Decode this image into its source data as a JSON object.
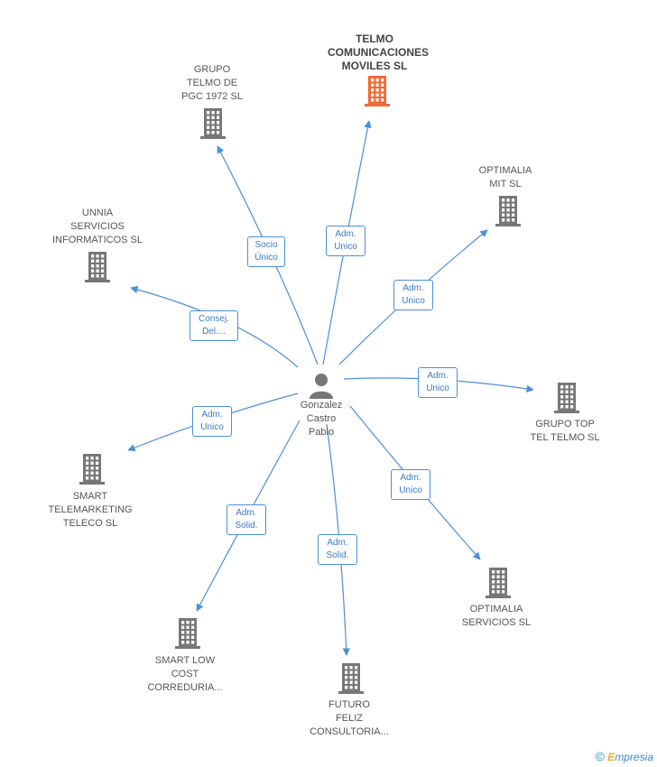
{
  "colors": {
    "edge": "#4a90d9",
    "building": "#777777",
    "building_highlight": "#f06a35",
    "badge_border": "#4a90d9",
    "badge_text": "#3a7bc8"
  },
  "center": {
    "name": "Gonzalez\nCastro\nPablo",
    "icon": "person-icon"
  },
  "companies": [
    {
      "id": "telmo-comunicaciones",
      "name": "TELMO\nCOMUNICACIONES\nMOVILES SL",
      "highlight": true,
      "icon": "building-icon"
    },
    {
      "id": "grupo-telmo-pgc",
      "name": "GRUPO\nTELMO DE\nPGC 1972 SL",
      "highlight": false,
      "icon": "building-icon"
    },
    {
      "id": "optimalia-mit",
      "name": "OPTIMALIA\nMIT SL",
      "highlight": false,
      "icon": "building-icon"
    },
    {
      "id": "unnia-servicios",
      "name": "UNNIA\nSERVICIOS\nINFORMATICOS SL",
      "highlight": false,
      "icon": "building-icon"
    },
    {
      "id": "grupo-top-tel",
      "name": "GRUPO TOP\nTEL TELMO SL",
      "highlight": false,
      "icon": "building-icon"
    },
    {
      "id": "smart-telemarketing",
      "name": "SMART\nTELEMARKETING\nTELECO  SL",
      "highlight": false,
      "icon": "building-icon"
    },
    {
      "id": "optimalia-servicios",
      "name": "OPTIMALIA\nSERVICIOS SL",
      "highlight": false,
      "icon": "building-icon"
    },
    {
      "id": "smart-low-cost",
      "name": "SMART LOW\nCOST\nCORREDURIA...",
      "highlight": false,
      "icon": "building-icon"
    },
    {
      "id": "futuro-feliz",
      "name": "FUTURO\nFELIZ\nCONSULTORIA...",
      "highlight": false,
      "icon": "building-icon"
    }
  ],
  "relations": [
    {
      "to": "telmo-comunicaciones",
      "role": "Adm.\nUnico"
    },
    {
      "to": "grupo-telmo-pgc",
      "role": "Socio\nÚnico"
    },
    {
      "to": "optimalia-mit",
      "role": "Adm.\nUnico"
    },
    {
      "to": "unnia-servicios",
      "role": "Consej.\nDel...."
    },
    {
      "to": "grupo-top-tel",
      "role": "Adm.\nUnico"
    },
    {
      "to": "smart-telemarketing",
      "role": "Adm.\nUnico"
    },
    {
      "to": "optimalia-servicios",
      "role": "Adm.\nUnico"
    },
    {
      "to": "smart-low-cost",
      "role": "Adm.\nSolid."
    },
    {
      "to": "futuro-feliz",
      "role": "Adm.\nSolid."
    }
  ],
  "footer": {
    "copyright_symbol": "©",
    "brand_first": "E",
    "brand_rest": "mpresia"
  }
}
